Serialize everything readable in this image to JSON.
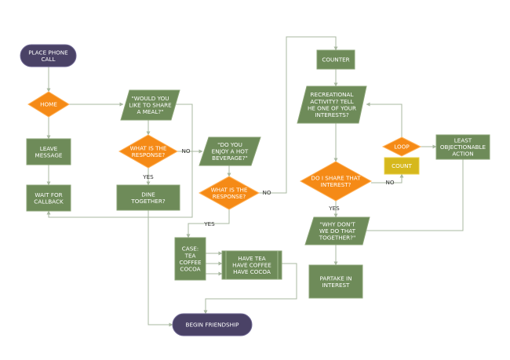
{
  "diagram": {
    "nodes": {
      "place_call": [
        "PLACE PHONE",
        "CALL"
      ],
      "home": [
        "HOME"
      ],
      "leave_message": [
        "LEAVE",
        "MESSAGE"
      ],
      "wait_callback": [
        "WAIT FOR",
        "CALLBACK"
      ],
      "share_meal": [
        "\"WOULD YOU",
        "LIKE TO SHARE",
        "A MEAL?\""
      ],
      "response1": [
        "WHAT IS THE",
        "RESPONSE?"
      ],
      "dine": [
        "DINE",
        "TOGETHER?"
      ],
      "hot_bev": [
        "\"DO YOU",
        "ENJOY A HOT",
        "BEVERAGE?\""
      ],
      "response2": [
        "WHAT IS THE",
        "RESPONSE?"
      ],
      "case": [
        "CASE:",
        "TEA",
        "COFFEE",
        "COCOA"
      ],
      "have": [
        "HAVE TEA",
        "HAVE COFFEE",
        "HAVE COCOA"
      ],
      "begin": [
        "BEGIN FRIENDSHIP"
      ],
      "counter": [
        "COUNTER"
      ],
      "recreational": [
        "RECREATIONAL",
        "ACTIVITY? TELL",
        "HE ONE OF YOUR",
        "INTERESTS?"
      ],
      "loop": [
        "LOOP"
      ],
      "count": [
        "COUNT"
      ],
      "least": [
        "LEAST",
        "OBJECTIONABLE",
        "ACTION"
      ],
      "share_interest": [
        "DO I SHARE THAT",
        "INTEREST?"
      ],
      "why_dont": [
        "\"WHY DON'T",
        "WE DO THAT",
        "TOGETHER?\""
      ],
      "partake": [
        "PARTAKE IN",
        "INTEREST"
      ]
    },
    "edge_labels": {
      "r1_no": "NO",
      "r1_yes": "YES",
      "r2_no": "NO",
      "r2_yes": "YES",
      "si_no": "NO",
      "si_yes": "YES"
    }
  }
}
